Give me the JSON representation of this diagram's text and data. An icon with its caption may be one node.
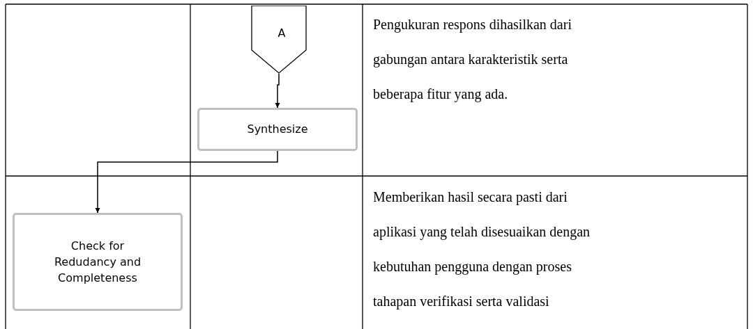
{
  "diagram": {
    "nodes": [
      {
        "text": [
          "A"
        ]
      },
      {
        "text": [
          "Synthesize"
        ]
      },
      {
        "text": [
          "Check for Redudancy and Completeness"
        ]
      }
    ],
    "edges": [
      {
        "from": 0,
        "to": 1,
        "arrow": "to"
      },
      {
        "from": 1,
        "to": 2,
        "arrow": "to"
      }
    ],
    "labels": [
      "Pengukuran respons dihasilkan dari gabungan antara karakteristik serta beberapa fitur yang ada.",
      "Memberikan hasil secara pasti dari aplikasi yang telah disesuaikan dengan kebutuhan pengguna dengan proses tahapan verifikasi serta validasi"
    ]
  }
}
